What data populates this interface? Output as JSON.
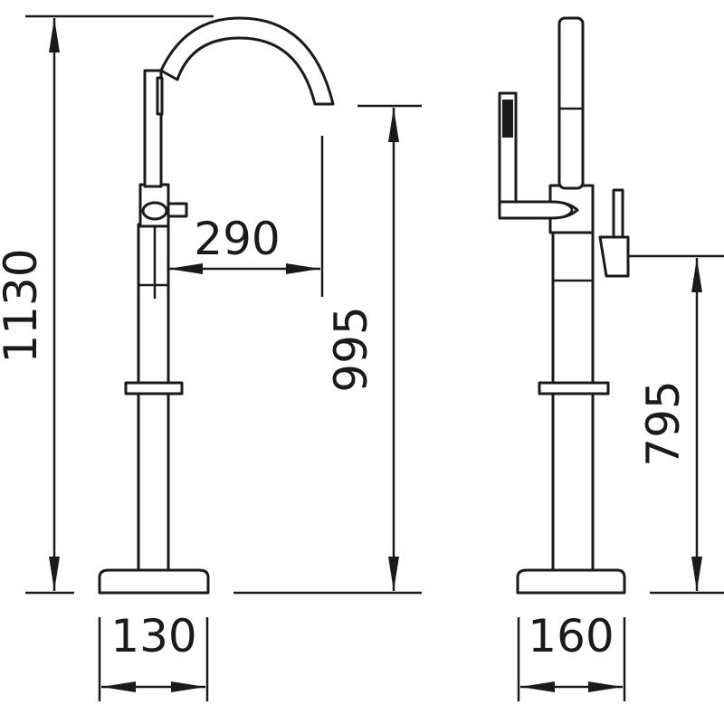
{
  "dimensions": {
    "total_height": "1130",
    "spout_reach": "290",
    "spout_height": "995",
    "base_width_front": "130",
    "base_width_side": "160",
    "handle_height": "795"
  },
  "colors": {
    "line": "#1a1a1a",
    "background": "#ffffff"
  }
}
